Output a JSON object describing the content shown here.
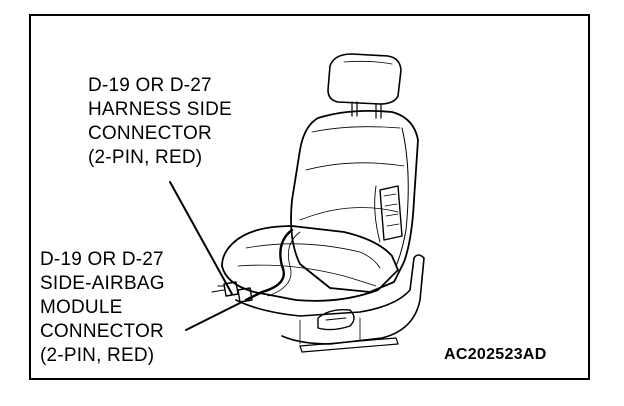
{
  "labels": {
    "harness_connector": {
      "line1": "D-19 OR D-27",
      "line2": "HARNESS SIDE",
      "line3": "CONNECTOR",
      "line4": "(2-PIN, RED)"
    },
    "module_connector": {
      "line1": "D-19 OR D-27",
      "line2": "SIDE-AIRBAG",
      "line3": "MODULE",
      "line4": "CONNECTOR",
      "line5": "(2-PIN, RED)"
    }
  },
  "figure_id": "AC202523AD",
  "colors": {
    "line": "#000000",
    "background": "#ffffff"
  }
}
